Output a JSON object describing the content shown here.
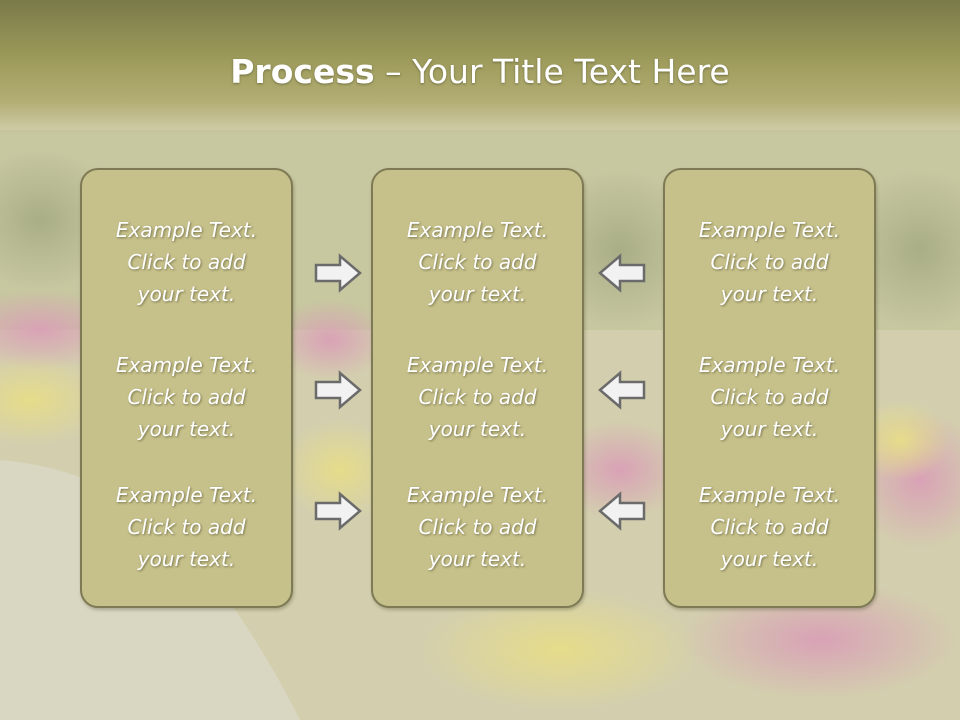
{
  "slide": {
    "title_bold": "Process",
    "title_rest": " – Your Title Text Here"
  },
  "panels": [
    {
      "items": [
        {
          "line1": "Example Text.",
          "line2": "Click  to add",
          "line3": "your text."
        },
        {
          "line1": "Example Text.",
          "line2": "Click  to add",
          "line3": "your text."
        },
        {
          "line1": "Example Text.",
          "line2": "Click  to add",
          "line3": "your text."
        }
      ]
    },
    {
      "items": [
        {
          "line1": "Example Text.",
          "line2": "Click  to add",
          "line3": "your text."
        },
        {
          "line1": "Example Text.",
          "line2": "Click  to add",
          "line3": "your text."
        },
        {
          "line1": "Example Text.",
          "line2": "Click  to add",
          "line3": "your text."
        }
      ]
    },
    {
      "items": [
        {
          "line1": "Example Text.",
          "line2": "Click  to add",
          "line3": "your text."
        },
        {
          "line1": "Example Text.",
          "line2": "Click  to add",
          "line3": "your text."
        },
        {
          "line1": "Example Text.",
          "line2": "Click  to add",
          "line3": "your text."
        }
      ]
    }
  ],
  "icons": {
    "left_arrows": "arrow-right-icon",
    "right_arrows": "arrow-left-icon"
  },
  "colors": {
    "header": "#9a9858",
    "panel_fill": "#c6c08a",
    "panel_border": "#7e7a55",
    "arrow_fill": "#f2f2f2",
    "arrow_stroke": "#6b6b6b"
  }
}
